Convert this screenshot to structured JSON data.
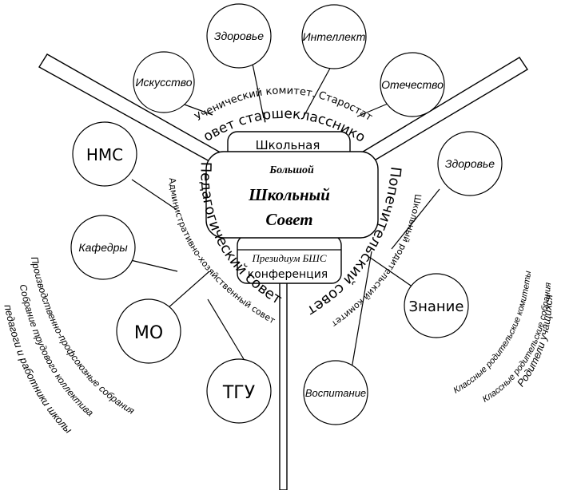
{
  "center": {
    "top_label": "Школьная",
    "big_label": "Большой",
    "main_line1": "Школьный",
    "main_line2": "Совет",
    "presidium": "Президиум БШС",
    "conference": "конференция"
  },
  "arcs": {
    "student_committee": "Ученический комитет. Старостат",
    "senior_council": "Совет старшеклассников",
    "pedagogical_council": "Педагогический совет",
    "admin_council": "Административно-хозяйственный совет",
    "trustee_council": "Попечительский совет",
    "parent_committee": "Школьный родительский комитет"
  },
  "circles": {
    "health_top": "Здоровье",
    "intellect": "Интеллект",
    "art": "Искусство",
    "fatherland": "Отечество",
    "nms": "НМС",
    "departments": "Кафедры",
    "mo": "МО",
    "tgu": "ТГУ",
    "health_right": "Здоровье",
    "knowledge": "Знание",
    "upbringing": "Воспитание"
  },
  "roots_left": [
    "Производственно-профсоюзные собрания",
    "Собрание трудового коллектива",
    "педагоги и работники школы"
  ],
  "roots_right": [
    "Классные родительские комитеты",
    "Классные родительские собрания",
    "Родители учащихся"
  ]
}
